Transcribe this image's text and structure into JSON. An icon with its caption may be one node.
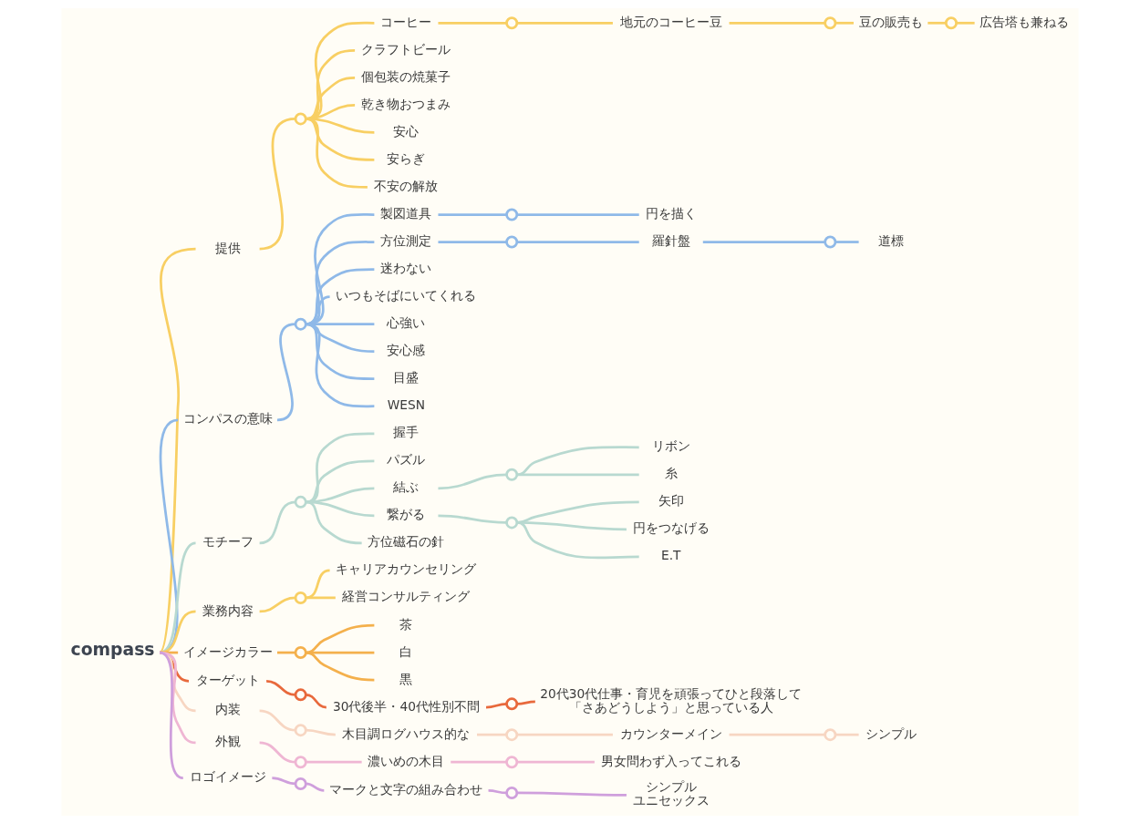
{
  "diagram": {
    "nodes": [
      {
        "text": [
          "compass"
        ]
      },
      {
        "text": [
          "提供"
        ]
      },
      {
        "text": [],
        "shape": "circle"
      },
      {
        "text": [
          "コーヒー"
        ]
      },
      {
        "text": [],
        "shape": "circle"
      },
      {
        "text": [
          "地元のコーヒー豆"
        ]
      },
      {
        "text": [],
        "shape": "circle"
      },
      {
        "text": [
          "豆の販売も"
        ]
      },
      {
        "text": [],
        "shape": "circle"
      },
      {
        "text": [
          "広告塔も兼ねる"
        ]
      },
      {
        "text": [
          "クラフトビール"
        ]
      },
      {
        "text": [
          "個包装の焼菓子"
        ]
      },
      {
        "text": [
          "乾き物おつまみ"
        ]
      },
      {
        "text": [
          "安心"
        ]
      },
      {
        "text": [
          "安らぎ"
        ]
      },
      {
        "text": [
          "不安の解放"
        ]
      },
      {
        "text": [
          "コンパスの意味"
        ]
      },
      {
        "text": [],
        "shape": "circle"
      },
      {
        "text": [
          "製図道具"
        ]
      },
      {
        "text": [],
        "shape": "circle"
      },
      {
        "text": [
          "円を描く"
        ]
      },
      {
        "text": [
          "方位測定"
        ]
      },
      {
        "text": [],
        "shape": "circle"
      },
      {
        "text": [
          "羅針盤"
        ]
      },
      {
        "text": [],
        "shape": "circle"
      },
      {
        "text": [
          "道標"
        ]
      },
      {
        "text": [
          "迷わない"
        ]
      },
      {
        "text": [
          "いつもそばにいてくれる"
        ]
      },
      {
        "text": [
          "心強い"
        ]
      },
      {
        "text": [
          "安心感"
        ]
      },
      {
        "text": [
          "目盛"
        ]
      },
      {
        "text": [
          "WESN"
        ]
      },
      {
        "text": [
          "モチーフ"
        ]
      },
      {
        "text": [],
        "shape": "circle"
      },
      {
        "text": [
          "握手"
        ]
      },
      {
        "text": [
          "パズル"
        ]
      },
      {
        "text": [
          "結ぶ"
        ]
      },
      {
        "text": [],
        "shape": "circle"
      },
      {
        "text": [
          "リボン"
        ]
      },
      {
        "text": [
          "糸"
        ]
      },
      {
        "text": [
          "繋がる"
        ]
      },
      {
        "text": [],
        "shape": "circle"
      },
      {
        "text": [
          "矢印"
        ]
      },
      {
        "text": [
          "円をつなげる"
        ]
      },
      {
        "text": [
          "E.T"
        ]
      },
      {
        "text": [
          "方位磁石の針"
        ]
      },
      {
        "text": [
          "業務内容"
        ]
      },
      {
        "text": [],
        "shape": "circle"
      },
      {
        "text": [
          "キャリアカウンセリング"
        ]
      },
      {
        "text": [
          "経営コンサルティング"
        ]
      },
      {
        "text": [
          "イメージカラー"
        ]
      },
      {
        "text": [],
        "shape": "circle"
      },
      {
        "text": [
          "茶"
        ]
      },
      {
        "text": [
          "白"
        ]
      },
      {
        "text": [
          "黒"
        ]
      },
      {
        "text": [
          "ターゲット"
        ]
      },
      {
        "text": [],
        "shape": "circle"
      },
      {
        "text": [
          "30代後半・40代性別不問"
        ]
      },
      {
        "text": [],
        "shape": "circle"
      },
      {
        "text": [
          "20代30代仕事・育児を頑張ってひと段落して「さあどうしよう」と思っている人"
        ]
      },
      {
        "text": [
          "内装"
        ]
      },
      {
        "text": [],
        "shape": "circle"
      },
      {
        "text": [
          "木目調ログハウス的な"
        ]
      },
      {
        "text": [],
        "shape": "circle"
      },
      {
        "text": [
          "カウンターメイン"
        ]
      },
      {
        "text": [],
        "shape": "circle"
      },
      {
        "text": [
          "シンプル"
        ]
      },
      {
        "text": [
          "外観"
        ]
      },
      {
        "text": [],
        "shape": "circle"
      },
      {
        "text": [
          "濃いめの木目"
        ]
      },
      {
        "text": [],
        "shape": "circle"
      },
      {
        "text": [
          "男女問わず入ってこれる"
        ]
      },
      {
        "text": [
          "ロゴイメージ"
        ]
      },
      {
        "text": [],
        "shape": "circle"
      },
      {
        "text": [
          "マークと文字の組み合わせ"
        ]
      },
      {
        "text": [],
        "shape": "circle"
      },
      {
        "text": [
          "シンプル",
          "ユニセックス"
        ]
      }
    ],
    "edges": [
      {
        "from": 0,
        "to": 1,
        "arrow": "none"
      },
      {
        "from": 1,
        "to": 2,
        "arrow": "none"
      },
      {
        "from": 2,
        "to": 3,
        "arrow": "none"
      },
      {
        "from": 3,
        "to": 4,
        "arrow": "none"
      },
      {
        "from": 4,
        "to": 5,
        "arrow": "none"
      },
      {
        "from": 5,
        "to": 6,
        "arrow": "none"
      },
      {
        "from": 6,
        "to": 7,
        "arrow": "none"
      },
      {
        "from": 7,
        "to": 8,
        "arrow": "none"
      },
      {
        "from": 8,
        "to": 9,
        "arrow": "none"
      },
      {
        "from": 2,
        "to": 10,
        "arrow": "none"
      },
      {
        "from": 2,
        "to": 11,
        "arrow": "none"
      },
      {
        "from": 2,
        "to": 12,
        "arrow": "none"
      },
      {
        "from": 2,
        "to": 13,
        "arrow": "none"
      },
      {
        "from": 2,
        "to": 14,
        "arrow": "none"
      },
      {
        "from": 2,
        "to": 15,
        "arrow": "none"
      },
      {
        "from": 0,
        "to": 16,
        "arrow": "none",
        "color": "#8fb9e8"
      },
      {
        "from": 16,
        "to": 17,
        "arrow": "none",
        "color": "#8fb9e8"
      },
      {
        "from": 17,
        "to": 18,
        "arrow": "none",
        "color": "#8fb9e8"
      },
      {
        "from": 18,
        "to": 19,
        "arrow": "none",
        "color": "#8fb9e8"
      },
      {
        "from": 19,
        "to": 20,
        "arrow": "none",
        "color": "#8fb9e8"
      },
      {
        "from": 17,
        "to": 21,
        "arrow": "none",
        "color": "#8fb9e8"
      },
      {
        "from": 21,
        "to": 22,
        "arrow": "none",
        "color": "#8fb9e8"
      },
      {
        "from": 22,
        "to": 23,
        "arrow": "none",
        "color": "#8fb9e8"
      },
      {
        "from": 23,
        "to": 24,
        "arrow": "none",
        "color": "#8fb9e8"
      },
      {
        "from": 24,
        "to": 25,
        "arrow": "none",
        "color": "#8fb9e8"
      },
      {
        "from": 17,
        "to": 26,
        "arrow": "none",
        "color": "#8fb9e8"
      },
      {
        "from": 17,
        "to": 27,
        "arrow": "none",
        "color": "#8fb9e8"
      },
      {
        "from": 17,
        "to": 28,
        "arrow": "none",
        "color": "#8fb9e8"
      },
      {
        "from": 17,
        "to": 29,
        "arrow": "none",
        "color": "#8fb9e8"
      },
      {
        "from": 17,
        "to": 30,
        "arrow": "none",
        "color": "#8fb9e8"
      },
      {
        "from": 17,
        "to": 31,
        "arrow": "none",
        "color": "#8fb9e8"
      },
      {
        "from": 0,
        "to": 32,
        "arrow": "none",
        "color": "#b8d9d0"
      },
      {
        "from": 32,
        "to": 33,
        "arrow": "none",
        "color": "#b8d9d0"
      },
      {
        "from": 33,
        "to": 34,
        "arrow": "none",
        "color": "#b8d9d0"
      },
      {
        "from": 33,
        "to": 35,
        "arrow": "none",
        "color": "#b8d9d0"
      },
      {
        "from": 33,
        "to": 36,
        "arrow": "none",
        "color": "#b8d9d0"
      },
      {
        "from": 36,
        "to": 37,
        "arrow": "none",
        "color": "#b8d9d0"
      },
      {
        "from": 37,
        "to": 38,
        "arrow": "none",
        "color": "#b8d9d0"
      },
      {
        "from": 37,
        "to": 39,
        "arrow": "none",
        "color": "#b8d9d0"
      },
      {
        "from": 33,
        "to": 40,
        "arrow": "none",
        "color": "#b8d9d0"
      },
      {
        "from": 40,
        "to": 41,
        "arrow": "none",
        "color": "#b8d9d0"
      },
      {
        "from": 41,
        "to": 42,
        "arrow": "none",
        "color": "#b8d9d0"
      },
      {
        "from": 41,
        "to": 43,
        "arrow": "none",
        "color": "#b8d9d0"
      },
      {
        "from": 41,
        "to": 44,
        "arrow": "none",
        "color": "#b8d9d0"
      },
      {
        "from": 33,
        "to": 45,
        "arrow": "none",
        "color": "#b8d9d0"
      },
      {
        "from": 0,
        "to": 46,
        "arrow": "none"
      },
      {
        "from": 46,
        "to": 47,
        "arrow": "none"
      },
      {
        "from": 47,
        "to": 48,
        "arrow": "none"
      },
      {
        "from": 47,
        "to": 49,
        "arrow": "none"
      },
      {
        "from": 0,
        "to": 50,
        "arrow": "none",
        "color": "#f4b04c"
      },
      {
        "from": 50,
        "to": 51,
        "arrow": "none",
        "color": "#f4b04c"
      },
      {
        "from": 51,
        "to": 52,
        "arrow": "none",
        "color": "#f4b04c"
      },
      {
        "from": 51,
        "to": 53,
        "arrow": "none",
        "color": "#f4b04c"
      },
      {
        "from": 51,
        "to": 54,
        "arrow": "none",
        "color": "#f4b04c"
      },
      {
        "from": 0,
        "to": 55,
        "arrow": "none",
        "color": "#e8693c"
      },
      {
        "from": 55,
        "to": 56,
        "arrow": "none",
        "color": "#e8693c"
      },
      {
        "from": 56,
        "to": 57,
        "arrow": "none",
        "color": "#e8693c"
      },
      {
        "from": 57,
        "to": 58,
        "arrow": "none",
        "color": "#e8693c"
      },
      {
        "from": 58,
        "to": 59,
        "arrow": "none",
        "color": "#e8693c"
      },
      {
        "from": 0,
        "to": 60,
        "arrow": "none",
        "color": "#f7d6c2"
      },
      {
        "from": 60,
        "to": 61,
        "arrow": "none",
        "color": "#f7d6c2"
      },
      {
        "from": 61,
        "to": 62,
        "arrow": "none",
        "color": "#f7d6c2"
      },
      {
        "from": 62,
        "to": 63,
        "arrow": "none",
        "color": "#f7d6c2"
      },
      {
        "from": 63,
        "to": 64,
        "arrow": "none",
        "color": "#f7d6c2"
      },
      {
        "from": 64,
        "to": 65,
        "arrow": "none",
        "color": "#f7d6c2"
      },
      {
        "from": 65,
        "to": 66,
        "arrow": "none",
        "color": "#f7d6c2"
      },
      {
        "from": 0,
        "to": 67,
        "arrow": "none",
        "color": "#efb6d3"
      },
      {
        "from": 67,
        "to": 68,
        "arrow": "none",
        "color": "#efb6d3"
      },
      {
        "from": 68,
        "to": 69,
        "arrow": "none",
        "color": "#efb6d3"
      },
      {
        "from": 69,
        "to": 70,
        "arrow": "none",
        "color": "#efb6d3"
      },
      {
        "from": 70,
        "to": 71,
        "arrow": "none",
        "color": "#efb6d3"
      },
      {
        "from": 0,
        "to": 72,
        "arrow": "none",
        "color": "#cf9fdc"
      },
      {
        "from": 72,
        "to": 73,
        "arrow": "none",
        "color": "#cf9fdc"
      },
      {
        "from": 73,
        "to": 74,
        "arrow": "none",
        "color": "#cf9fdc"
      },
      {
        "from": 74,
        "to": 75,
        "arrow": "none",
        "color": "#cf9fdc"
      },
      {
        "from": 75,
        "to": 76,
        "arrow": "none",
        "color": "#cf9fdc"
      }
    ]
  }
}
